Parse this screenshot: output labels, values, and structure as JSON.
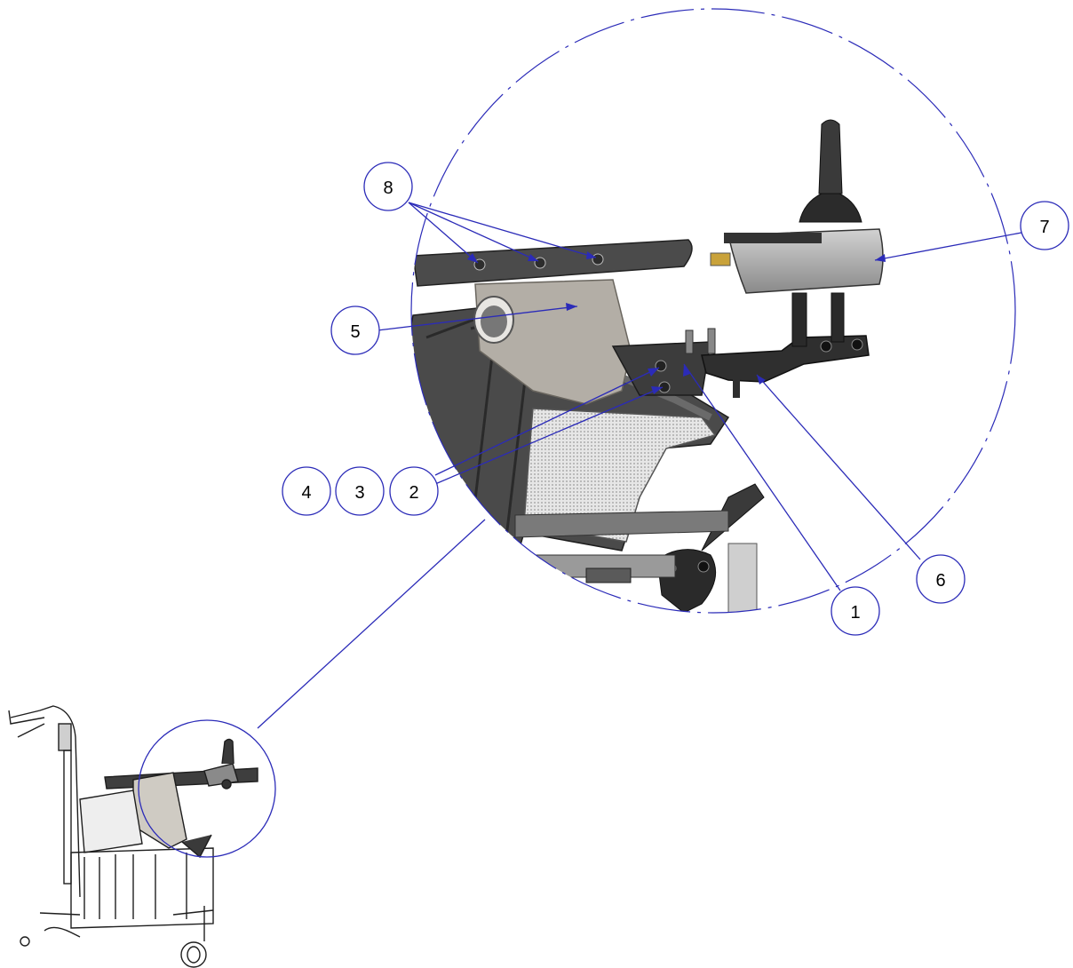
{
  "callouts": [
    {
      "id": "c1",
      "label": "1"
    },
    {
      "id": "c2",
      "label": "2"
    },
    {
      "id": "c3",
      "label": "3"
    },
    {
      "id": "c4",
      "label": "4"
    },
    {
      "id": "c5",
      "label": "5"
    },
    {
      "id": "c6",
      "label": "6"
    },
    {
      "id": "c7",
      "label": "7"
    },
    {
      "id": "c8",
      "label": "8"
    }
  ],
  "colors": {
    "leader": "#2b2bb8",
    "balloon_stroke": "#2b2bb8",
    "balloon_text": "#000000",
    "part_dark": "#3a3a3a",
    "part_mid": "#6e6e6e",
    "part_light": "#b5b2ab",
    "bracket": "#a9a49b",
    "mesh": "#d8d8d8"
  }
}
